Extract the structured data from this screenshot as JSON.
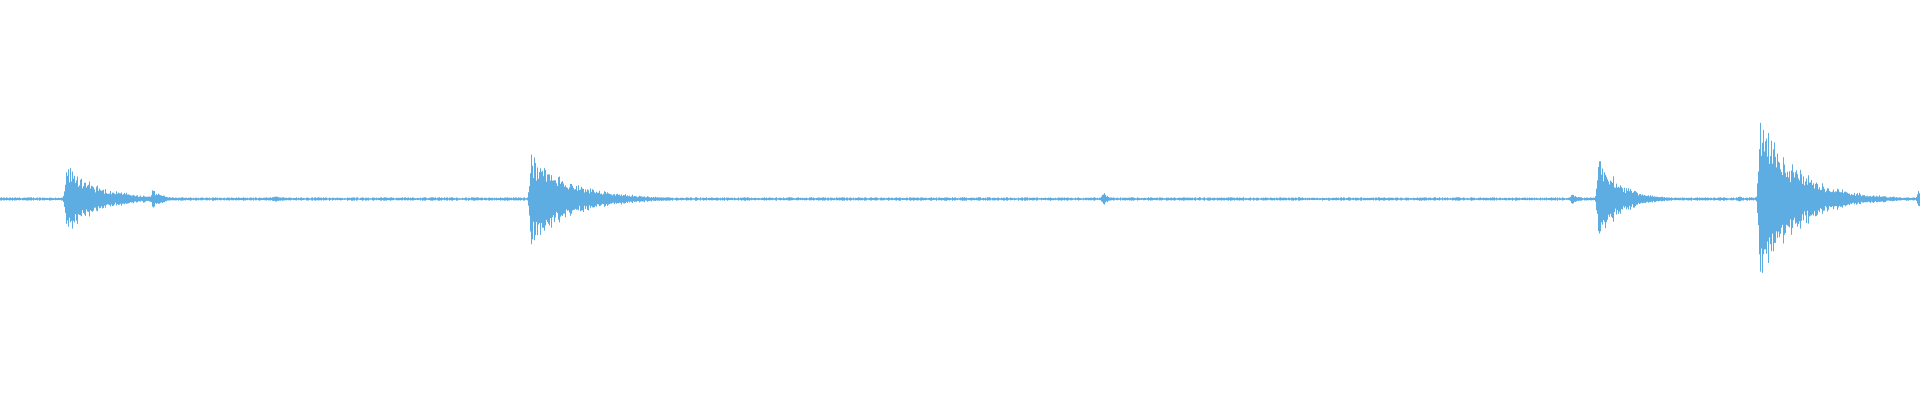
{
  "waveform": {
    "color": "#5dade2",
    "baseline_amplitude": 0.006,
    "duration": 1.0,
    "events": [
      {
        "t": 0.034,
        "peak": 0.16,
        "decay": 0.018
      },
      {
        "t": 0.079,
        "peak": 0.045,
        "decay": 0.006
      },
      {
        "t": 0.142,
        "peak": 0.02,
        "decay": 0.006
      },
      {
        "t": 0.276,
        "peak": 0.215,
        "decay": 0.022
      },
      {
        "t": 0.574,
        "peak": 0.038,
        "decay": 0.003
      },
      {
        "t": 0.818,
        "peak": 0.028,
        "decay": 0.004
      },
      {
        "t": 0.832,
        "peak": 0.2,
        "decay": 0.012
      },
      {
        "t": 0.847,
        "peak": 0.06,
        "decay": 0.004
      },
      {
        "t": 0.905,
        "peak": 0.018,
        "decay": 0.003
      },
      {
        "t": 0.916,
        "peak": 0.39,
        "decay": 0.02
      },
      {
        "t": 0.999,
        "peak": 0.08,
        "decay": 0.001
      }
    ]
  }
}
